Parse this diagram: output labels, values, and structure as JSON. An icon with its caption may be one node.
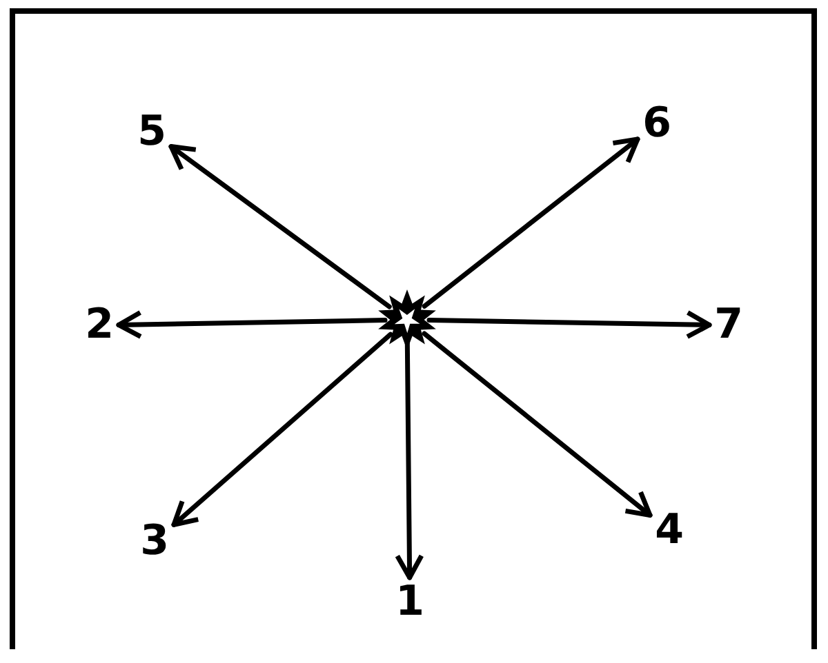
{
  "diagram": {
    "nodes": [
      {
        "text": [],
        "shape": "burst"
      },
      {
        "text": [
          "5"
        ]
      },
      {
        "text": [
          "6"
        ]
      },
      {
        "text": [
          "2"
        ]
      },
      {
        "text": [
          "7"
        ]
      },
      {
        "text": [
          "3"
        ]
      },
      {
        "text": [
          "4"
        ]
      },
      {
        "text": [
          "1"
        ]
      }
    ],
    "edges": [
      {
        "from": 0,
        "to": 1,
        "arrow": "to"
      },
      {
        "from": 0,
        "to": 2,
        "arrow": "to"
      },
      {
        "from": 0,
        "to": 3,
        "arrow": "to"
      },
      {
        "from": 0,
        "to": 4,
        "arrow": "to"
      },
      {
        "from": 0,
        "to": 5,
        "arrow": "to"
      },
      {
        "from": 0,
        "to": 6,
        "arrow": "to"
      },
      {
        "from": 0,
        "to": 7,
        "arrow": "to"
      }
    ]
  }
}
